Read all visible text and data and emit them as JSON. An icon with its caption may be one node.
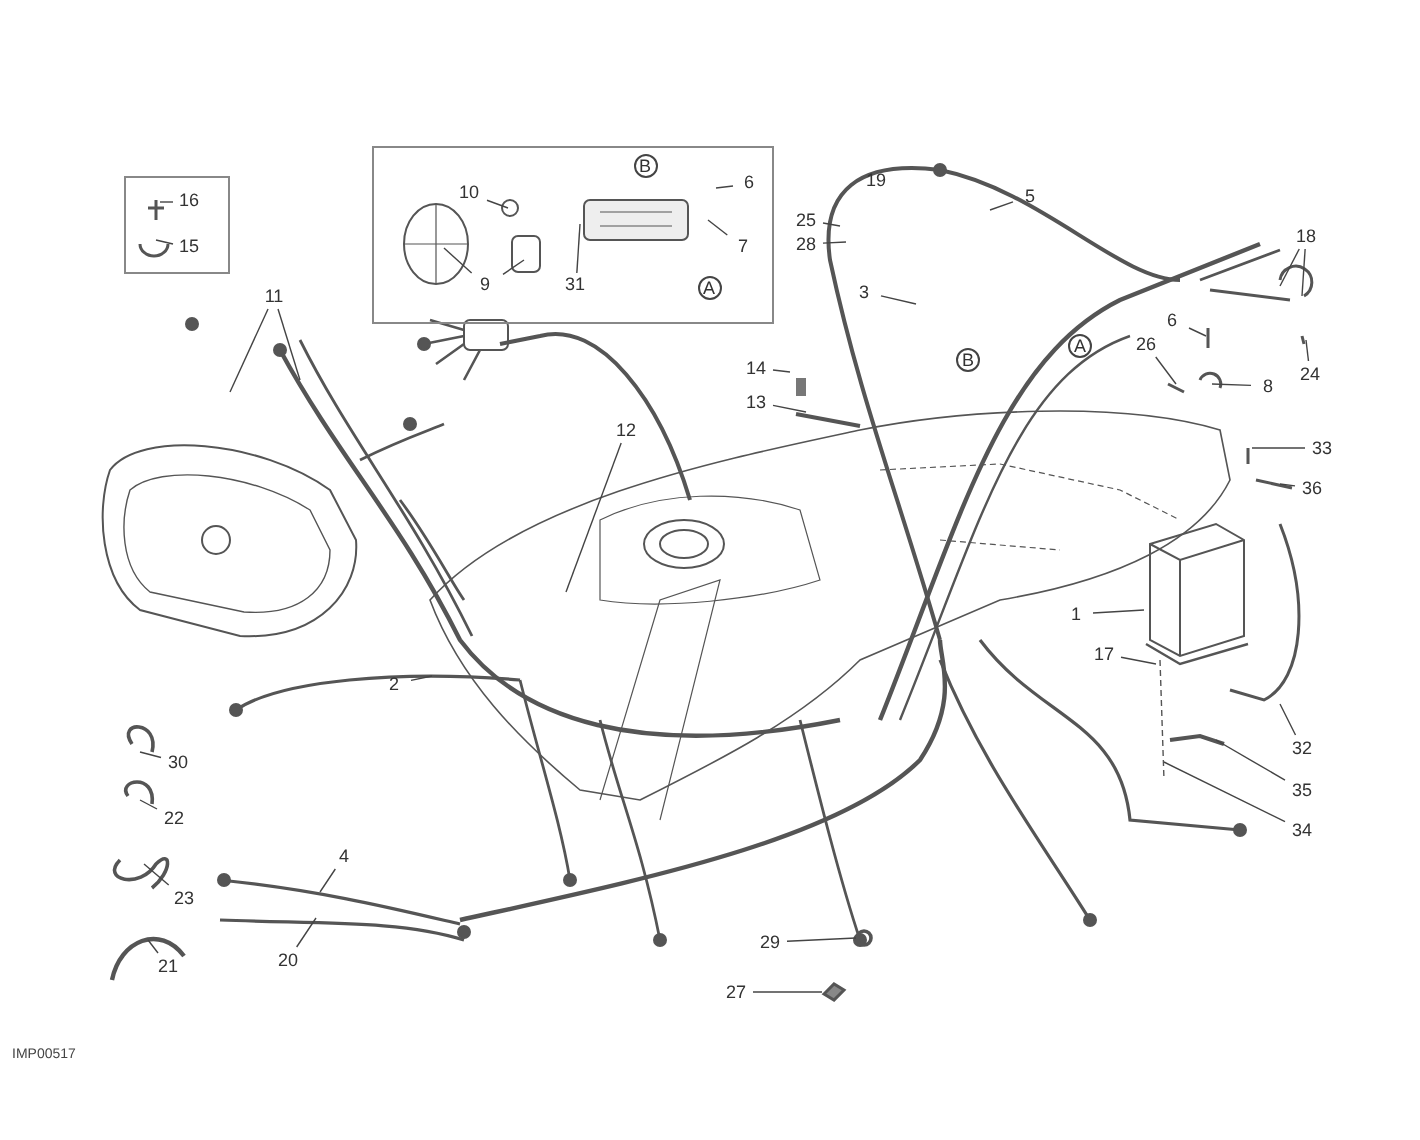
{
  "diagram": {
    "nodes": [
      {
        "text": [],
        "shape": "box"
      },
      {
        "text": [
          "16"
        ],
        "in": 0
      },
      {
        "text": [
          "15"
        ],
        "in": 0
      },
      {
        "text": [],
        "shape": "box"
      },
      {
        "text": [
          "10"
        ],
        "in": 3
      },
      {
        "text": [
          "B"
        ],
        "in": 3
      },
      {
        "text": [
          "6"
        ],
        "in": 3
      },
      {
        "text": [
          "9"
        ],
        "in": 3
      },
      {
        "text": [
          "31"
        ],
        "in": 3
      },
      {
        "text": [
          "7"
        ],
        "in": 3
      },
      {
        "text": [
          "A"
        ],
        "in": 3
      },
      {
        "text": [
          "11"
        ]
      },
      {
        "text": [
          "5"
        ]
      },
      {
        "text": [
          "19"
        ]
      },
      {
        "text": [
          "25"
        ]
      },
      {
        "text": [
          "28"
        ]
      },
      {
        "text": [
          "18"
        ]
      },
      {
        "text": [
          "3"
        ]
      },
      {
        "text": [
          "6"
        ]
      },
      {
        "text": [
          "26"
        ]
      },
      {
        "text": [
          "24"
        ]
      },
      {
        "text": [
          "8"
        ]
      },
      {
        "text": [
          "14"
        ]
      },
      {
        "text": [
          "B"
        ]
      },
      {
        "text": [
          "A"
        ]
      },
      {
        "text": [
          "13"
        ]
      },
      {
        "text": [
          "12"
        ]
      },
      {
        "text": [
          "33"
        ]
      },
      {
        "text": [
          "36"
        ]
      },
      {
        "text": [
          "1"
        ]
      },
      {
        "text": [
          "17"
        ]
      },
      {
        "text": [
          "2"
        ]
      },
      {
        "text": [
          "32"
        ]
      },
      {
        "text": [
          "30"
        ]
      },
      {
        "text": [
          "35"
        ]
      },
      {
        "text": [
          "22"
        ]
      },
      {
        "text": [
          "34"
        ]
      },
      {
        "text": [
          "4"
        ]
      },
      {
        "text": [
          "23"
        ]
      },
      {
        "text": [
          "29"
        ]
      },
      {
        "text": [
          "20"
        ]
      },
      {
        "text": [
          "21"
        ]
      },
      {
        "text": [
          "27"
        ]
      }
    ],
    "edges": [
      {
        "from": 1,
        "to": null,
        "arrow": "none"
      },
      {
        "from": 2,
        "to": null,
        "arrow": "none"
      },
      {
        "from": 4,
        "to": null,
        "arrow": "none"
      },
      {
        "from": 6,
        "to": null,
        "arrow": "none"
      },
      {
        "from": 7,
        "to": null,
        "arrow": "none"
      },
      {
        "from": 7,
        "to": null,
        "arrow": "none"
      },
      {
        "from": 8,
        "to": null,
        "arrow": "none"
      },
      {
        "from": 9,
        "to": null,
        "arrow": "none"
      },
      {
        "from": 11,
        "to": null,
        "arrow": "none"
      },
      {
        "from": 11,
        "to": null,
        "arrow": "none"
      },
      {
        "from": 12,
        "to": null,
        "arrow": "none"
      },
      {
        "from": 14,
        "to": null,
        "arrow": "none"
      },
      {
        "from": 15,
        "to": null,
        "arrow": "none"
      },
      {
        "from": 16,
        "to": null,
        "arrow": "none"
      },
      {
        "from": 16,
        "to": null,
        "arrow": "none"
      },
      {
        "from": 17,
        "to": null,
        "arrow": "none"
      },
      {
        "from": 18,
        "to": null,
        "arrow": "none"
      },
      {
        "from": 19,
        "to": null,
        "arrow": "none"
      },
      {
        "from": 20,
        "to": null,
        "arrow": "none"
      },
      {
        "from": 21,
        "to": null,
        "arrow": "none"
      },
      {
        "from": 22,
        "to": null,
        "arrow": "none"
      },
      {
        "from": 25,
        "to": null,
        "arrow": "none"
      },
      {
        "from": 26,
        "to": null,
        "arrow": "none"
      },
      {
        "from": 27,
        "to": null,
        "arrow": "none"
      },
      {
        "from": 28,
        "to": null,
        "arrow": "none"
      },
      {
        "from": 29,
        "to": null,
        "arrow": "none"
      },
      {
        "from": 30,
        "to": null,
        "arrow": "none"
      },
      {
        "from": 31,
        "to": null,
        "arrow": "none"
      },
      {
        "from": 32,
        "to": null,
        "arrow": "none"
      },
      {
        "from": 33,
        "to": null,
        "arrow": "none"
      },
      {
        "from": 34,
        "to": null,
        "arrow": "none"
      },
      {
        "from": 35,
        "to": null,
        "arrow": "none"
      },
      {
        "from": 36,
        "to": null,
        "arrow": "none"
      },
      {
        "from": 37,
        "to": null,
        "arrow": "none"
      },
      {
        "from": 38,
        "to": null,
        "arrow": "none"
      },
      {
        "from": 39,
        "to": null,
        "arrow": "none"
      },
      {
        "from": 40,
        "to": null,
        "arrow": "none"
      },
      {
        "from": 41,
        "to": null,
        "arrow": "none"
      },
      {
        "from": 42,
        "to": null,
        "arrow": "none"
      }
    ],
    "labels": [
      "IMP00517"
    ]
  }
}
